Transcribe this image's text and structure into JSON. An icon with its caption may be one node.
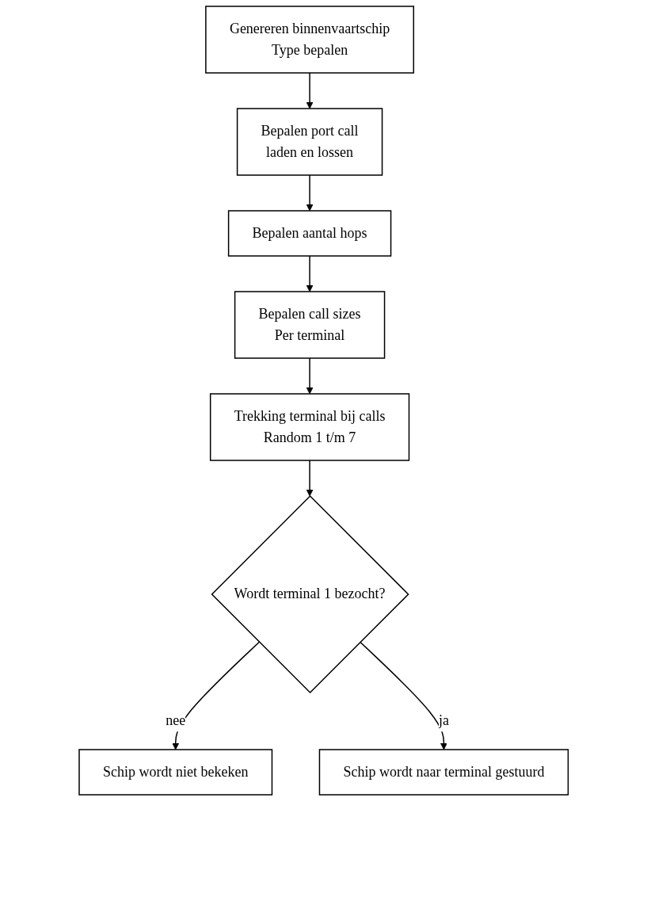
{
  "diagram": {
    "nodes": [
      {
        "text": [
          "Genereren binnenvaartschip",
          "Type bepalen"
        ]
      },
      {
        "text": [
          "Bepalen port call",
          "laden en lossen"
        ]
      },
      {
        "text": [
          "Bepalen aantal hops"
        ]
      },
      {
        "text": [
          "Bepalen call sizes",
          "Per terminal"
        ]
      },
      {
        "text": [
          "Trekking terminal bij calls",
          "Random 1 t/m 7"
        ]
      },
      {
        "text": [
          "Wordt terminal 1 bezocht?"
        ]
      },
      {
        "text": [
          "Schip wordt niet bekeken"
        ]
      },
      {
        "text": [
          "Schip wordt naar terminal gestuurd"
        ]
      }
    ],
    "edges": [
      {
        "from": 0,
        "to": 1,
        "arrow": "to"
      },
      {
        "from": 1,
        "to": 2,
        "arrow": "to"
      },
      {
        "from": 2,
        "to": 3,
        "arrow": "to"
      },
      {
        "from": 3,
        "to": 4,
        "arrow": "to"
      },
      {
        "from": 4,
        "to": 5,
        "arrow": "to"
      },
      {
        "from": 5,
        "to": 6,
        "arrow": "to",
        "label": "nee"
      },
      {
        "from": 5,
        "to": 7,
        "arrow": "to",
        "label": "ja"
      }
    ]
  }
}
